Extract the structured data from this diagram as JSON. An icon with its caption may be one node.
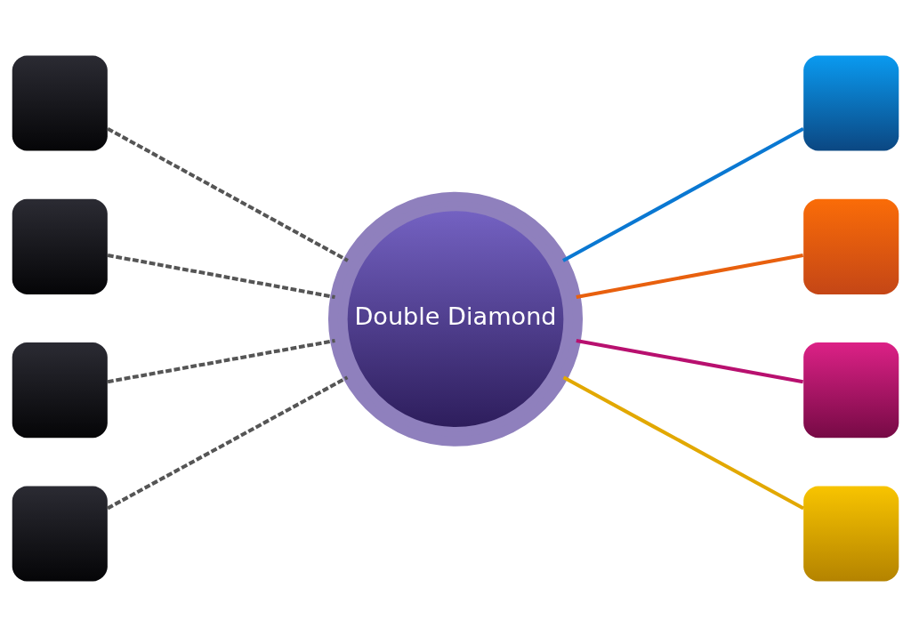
{
  "diagram": {
    "nodes": [
      {
        "text": [
          "Double Diamond"
        ]
      },
      {
        "text": [],
        "shape": "picture"
      },
      {
        "text": [],
        "shape": "picture"
      },
      {
        "text": [],
        "shape": "picture"
      },
      {
        "text": [],
        "shape": "picture"
      },
      {
        "text": [],
        "shape": "picture"
      },
      {
        "text": [],
        "shape": "picture"
      },
      {
        "text": [],
        "shape": "picture"
      },
      {
        "text": [],
        "shape": "picture"
      }
    ],
    "edges": [
      {
        "from": 1,
        "to": 0,
        "arrow": "none",
        "style": "dashed"
      },
      {
        "from": 2,
        "to": 0,
        "arrow": "none",
        "style": "dashed"
      },
      {
        "from": 3,
        "to": 0,
        "arrow": "none",
        "style": "dashed"
      },
      {
        "from": 4,
        "to": 0,
        "arrow": "none",
        "style": "dashed"
      },
      {
        "from": 0,
        "to": 5,
        "arrow": "none",
        "color": "#0a78d2"
      },
      {
        "from": 0,
        "to": 6,
        "arrow": "none",
        "color": "#e8600e"
      },
      {
        "from": 0,
        "to": 7,
        "arrow": "none",
        "color": "#b8106f"
      },
      {
        "from": 0,
        "to": 8,
        "arrow": "none",
        "color": "#e2a800"
      }
    ]
  }
}
